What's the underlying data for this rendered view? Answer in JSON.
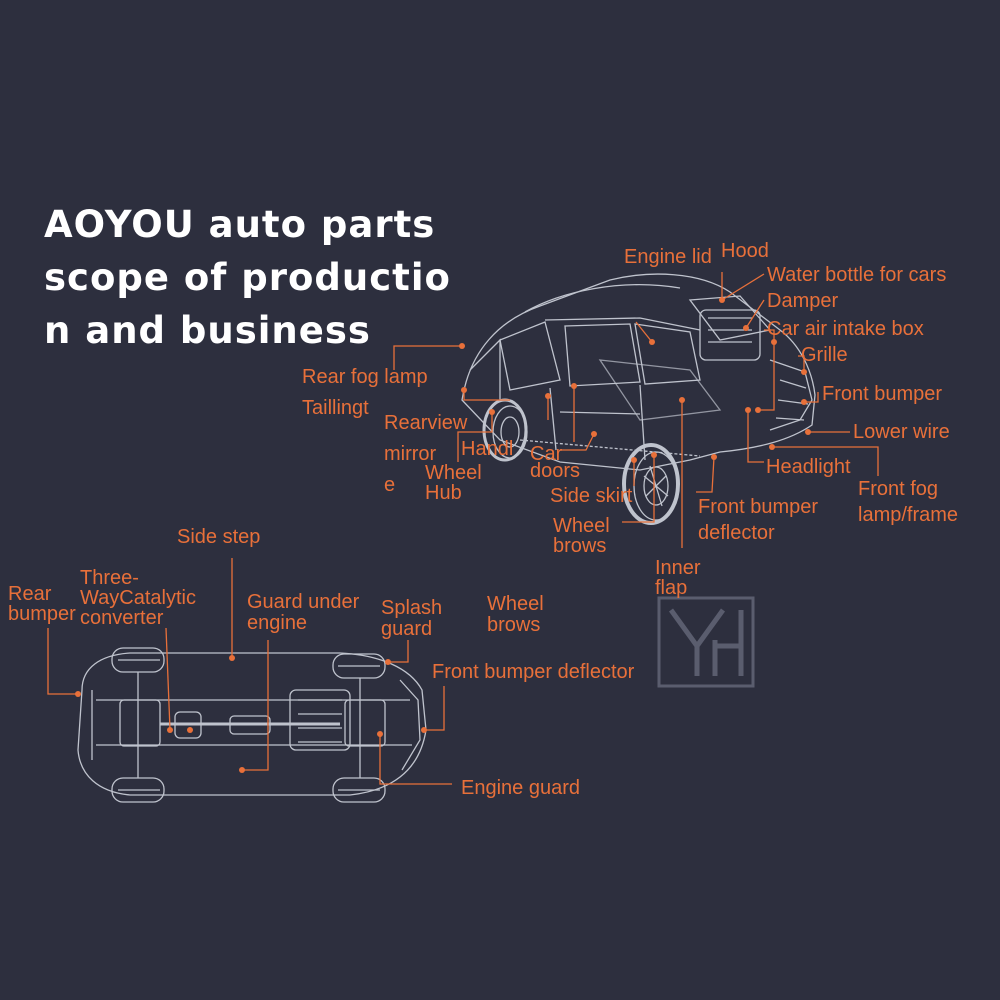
{
  "title": "AOYOU auto parts\nscope of productio\nn and business",
  "colors": {
    "background": "#2d2f3e",
    "accent": "#e8703a",
    "title": "#ffffff",
    "car_wire": "#d9dde6"
  },
  "icons": [
    "watermark-logo-icon",
    "car-side-view-icon",
    "car-underbody-icon"
  ],
  "labels_top": {
    "engine_lid": "Engine lid",
    "hood": "Hood",
    "water_bottle": "Water bottle for cars",
    "damper": "Damper",
    "car_air_intake_box": "Car air intake box",
    "grille": "Grille",
    "front_bumper": "Front bumper",
    "lower_wire": "Lower wire",
    "headlight": "Headlight",
    "front_fog_lamp": "Front fog\nlamp/frame",
    "front_bumper_deflector": "Front bumper\ndeflector",
    "inner_flap": "Inner\nflap",
    "wheel_brows": "Wheel\nbrows",
    "side_skirt": "Side skirt",
    "car_doors": "Car\ndoors",
    "handle": "Handl",
    "wheel_hub": "Wheel\nHub",
    "rearview_mirror": "Rearview\nmirror\ne",
    "taillight": "Taillingt",
    "rear_fog_lamp": "Rear fog lamp"
  },
  "labels_bottom": {
    "side_step": "Side step",
    "rear_bumper": "Rear\nbumper",
    "catalytic_converter": "Three-\nWayCatalytic\nconverter",
    "guard_under_engine": "Guard under\nengine",
    "splash_guard": "Splash\nguard",
    "wheel_brows": "Wheel\nbrows",
    "front_bumper_deflector": "Front bumper deflector",
    "engine_guard": "Engine guard"
  }
}
